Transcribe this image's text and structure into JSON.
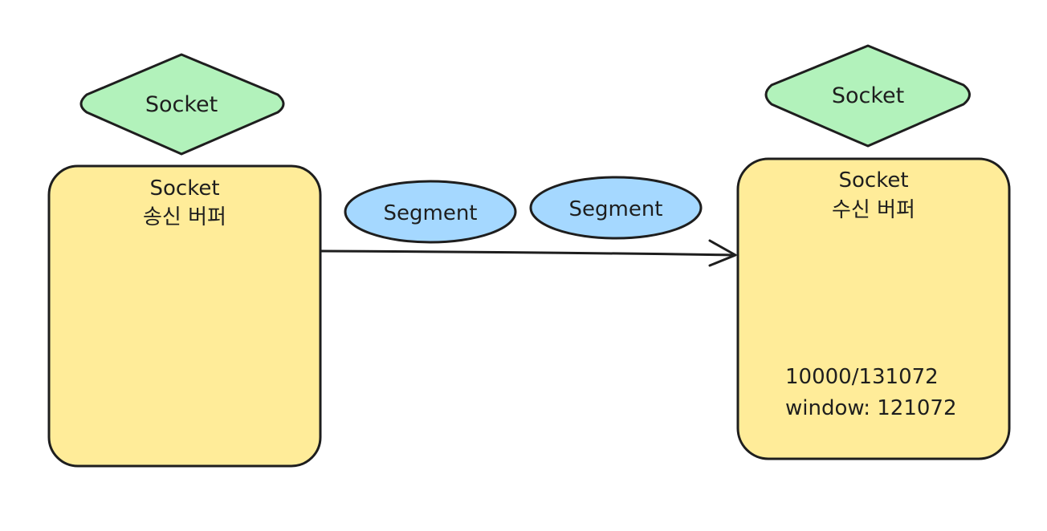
{
  "diagram": {
    "left_diamond": {
      "label": "Socket",
      "fill": "#b2f2bb"
    },
    "right_diamond": {
      "label": "Socket",
      "fill": "#b2f2bb"
    },
    "sender_box": {
      "line1": "Socket",
      "line2": "송신 버퍼",
      "fill": "#ffec99"
    },
    "receiver_box": {
      "line1": "Socket",
      "line2": "수신 버퍼",
      "stat_line1": "10000/131072",
      "stat_line2": "window: 121072",
      "fill": "#ffec99"
    },
    "segments": [
      {
        "label": "Segment",
        "fill": "#a5d8ff"
      },
      {
        "label": "Segment",
        "fill": "#a5d8ff"
      }
    ],
    "stroke_color": "#1e1e1e"
  }
}
